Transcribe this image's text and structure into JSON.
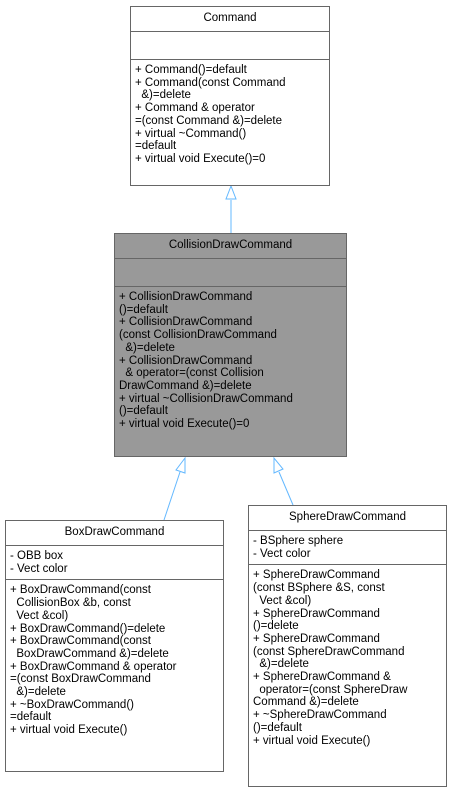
{
  "classes": {
    "command": {
      "name": "Command",
      "attributes": [],
      "methods": [
        "+ Command()=default",
        "+ Command(const Command",
        "  &)=delete",
        "+ Command & operator",
        "=(const Command &)=delete",
        "+ virtual ~Command()",
        "=default",
        "+ virtual void Execute()=0"
      ]
    },
    "collision": {
      "name": "CollisionDrawCommand",
      "attributes": [],
      "methods": [
        "+ CollisionDrawCommand",
        "()=default",
        "+ CollisionDrawCommand",
        "(const CollisionDrawCommand",
        "  &)=delete",
        "+ CollisionDrawCommand",
        "  & operator=(const Collision",
        "DrawCommand &)=delete",
        "+ virtual ~CollisionDrawCommand",
        "()=default",
        "+ virtual void Execute()=0"
      ]
    },
    "box": {
      "name": "BoxDrawCommand",
      "attributes": [
        "- OBB box",
        "- Vect color"
      ],
      "methods": [
        "+ BoxDrawCommand(const",
        "  CollisionBox &b, const",
        "  Vect &col)",
        "+ BoxDrawCommand()=delete",
        "+ BoxDrawCommand(const",
        "  BoxDrawCommand &)=delete",
        "+ BoxDrawCommand & operator",
        "=(const BoxDrawCommand",
        "  &)=delete",
        "+ ~BoxDrawCommand()",
        "=default",
        "+ virtual void Execute()"
      ]
    },
    "sphere": {
      "name": "SphereDrawCommand",
      "attributes": [
        "- BSphere sphere",
        "- Vect color"
      ],
      "methods": [
        "+ SphereDrawCommand",
        "(const BSphere &S, const",
        "  Vect &col)",
        "+ SphereDrawCommand",
        "()=delete",
        "+ SphereDrawCommand",
        "(const SphereDrawCommand",
        "  &)=delete",
        "+ SphereDrawCommand &",
        "  operator=(const SphereDraw",
        "Command &)=delete",
        "+ ~SphereDrawCommand",
        "()=default",
        "+ virtual void Execute()"
      ]
    }
  },
  "colors": {
    "border": "#666666",
    "focus_fill": "#999999",
    "arrow": "#63b8ff"
  }
}
